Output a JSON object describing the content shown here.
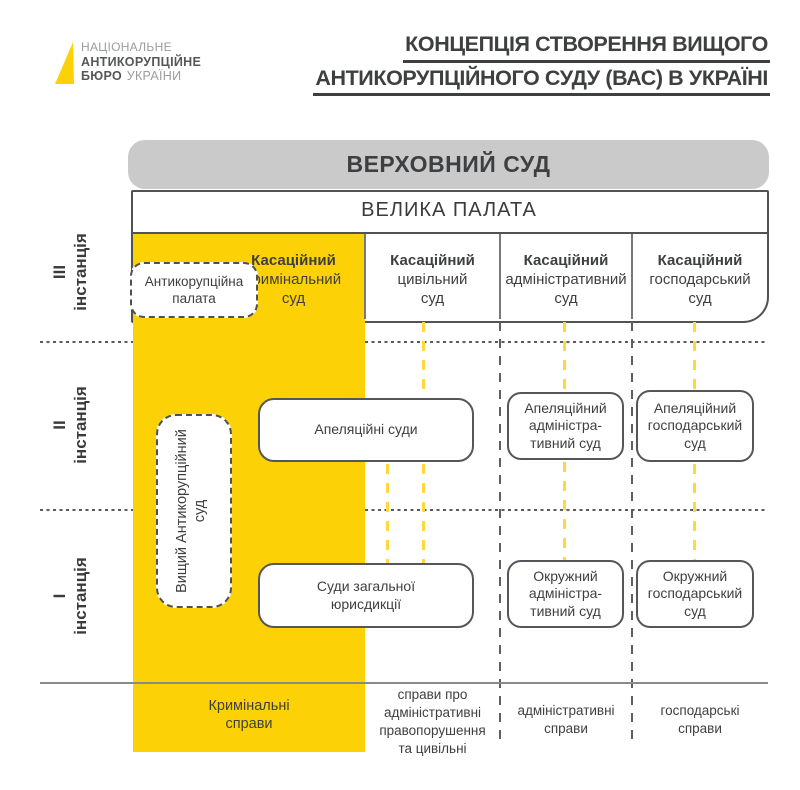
{
  "logo": {
    "line1": "НАЦІОНАЛЬНЕ",
    "line2": "АНТИКОРУПЦІЙНЕ",
    "line3_bold": "БЮРО",
    "line3_rest": "УКРАЇНИ"
  },
  "title": {
    "line1": "КОНЦЕПЦІЯ СТВОРЕННЯ ВИЩОГО",
    "line2": "АНТИКОРУПЦІЙНОГО СУДУ (ВАС) В УКРАЇНІ"
  },
  "diagram": {
    "supreme_court": "ВЕРХОВНИЙ СУД",
    "grand_chamber": "ВЕЛИКА ПАЛАТА",
    "instance_labels": [
      {
        "numeral": "ІІІ",
        "word": "інстанція"
      },
      {
        "numeral": "ІІ",
        "word": "інстанція"
      },
      {
        "numeral": "І",
        "word": "інстанція"
      }
    ],
    "cassation_courts": [
      {
        "bold": "Касаційний",
        "line2": "кримінальний",
        "line3": "суд"
      },
      {
        "bold": "Касаційний",
        "line2": "цивільний",
        "line3": "суд"
      },
      {
        "bold": "Касаційний",
        "line2": "адміністративний",
        "line3": "суд"
      },
      {
        "bold": "Касаційний",
        "line2": "господарський",
        "line3": "суд"
      }
    ],
    "anticorruption_chamber": {
      "line1": "Антикорупційна",
      "line2": "палата"
    },
    "higher_anticorruption_court": {
      "line1": "Вищий Антикорупційний",
      "line2": "суд"
    },
    "appeal_courts": "Апеляційні суди",
    "appeal_admin": {
      "line1": "Апеляційний",
      "line2": "адміністра-",
      "line3": "тивний суд"
    },
    "appeal_commercial": {
      "line1": "Апеляційний",
      "line2": "господарський",
      "line3": "суд"
    },
    "general_jurisdiction": {
      "line1": "Суди загальної",
      "line2": "юрисдикції"
    },
    "district_admin": {
      "line1": "Окружний",
      "line2": "адміністра-",
      "line3": "тивний суд"
    },
    "district_commercial": {
      "line1": "Окружний",
      "line2": "господарський",
      "line3": "суд"
    },
    "case_types": {
      "criminal": {
        "line1": "Кримінальні",
        "line2": "справи"
      },
      "civil_admin_offense": {
        "line1": "справи про",
        "line2": "адміністративні",
        "line3": "правопорушення",
        "line4": "та цивільні"
      },
      "administrative": {
        "line1": "адміністративні",
        "line2": "справи"
      },
      "commercial": {
        "line1": "господарські",
        "line2": "справи"
      }
    }
  },
  "colors": {
    "brand_yellow": "#FCD207",
    "yellow_dash": "#FFD83E",
    "header_gray": "#CACACA",
    "text_dark": "#3E3F41",
    "border_dark": "#515254"
  }
}
